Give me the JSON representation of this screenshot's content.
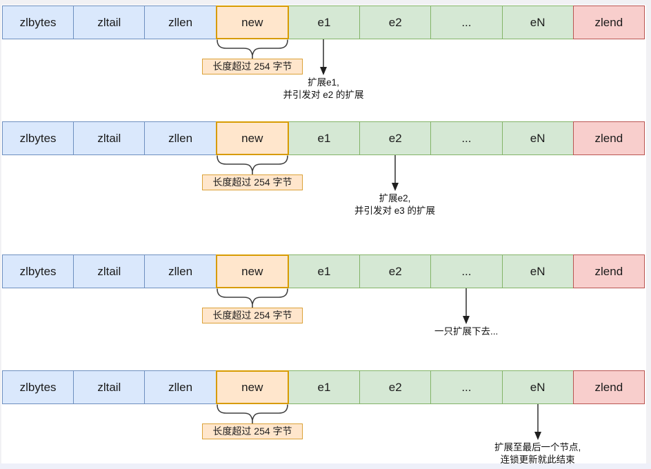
{
  "diagram": {
    "title_semantic": "ziplist cascade update diagram",
    "brace_label": "长度超过 254 字节",
    "cells": [
      {
        "label": "zlbytes",
        "type": "header"
      },
      {
        "label": "zltail",
        "type": "header"
      },
      {
        "label": "zllen",
        "type": "header"
      },
      {
        "label": "new",
        "type": "new"
      },
      {
        "label": "e1",
        "type": "entry"
      },
      {
        "label": "e2",
        "type": "entry"
      },
      {
        "label": "...",
        "type": "entry"
      },
      {
        "label": "eN",
        "type": "entry"
      },
      {
        "label": "zlend",
        "type": "end"
      }
    ],
    "stages": [
      {
        "target": "e1",
        "col_index": 4,
        "lines": [
          "扩展e1,",
          "并引发对 e2 的扩展"
        ]
      },
      {
        "target": "e2",
        "col_index": 5,
        "lines": [
          "扩展e2,",
          "并引发对 e3 的扩展"
        ]
      },
      {
        "target": "...",
        "col_index": 6,
        "lines": [
          "一只扩展下去..."
        ]
      },
      {
        "target": "eN",
        "col_index": 7,
        "lines": [
          "扩展至最后一个节点,",
          "连锁更新就此结束"
        ]
      }
    ],
    "colors": {
      "header_fill": "#dae8fc",
      "header_stroke": "#6c8ebf",
      "entry_fill": "#d5e8d4",
      "entry_stroke": "#82b366",
      "new_fill": "#ffe6cc",
      "new_stroke": "#d79b00",
      "end_fill": "#f8cecc",
      "end_stroke": "#b85450",
      "arrow": "#1f1f1f",
      "edge_strip": "#f1f1f4",
      "bottom_strip": "#eef0f9"
    }
  }
}
